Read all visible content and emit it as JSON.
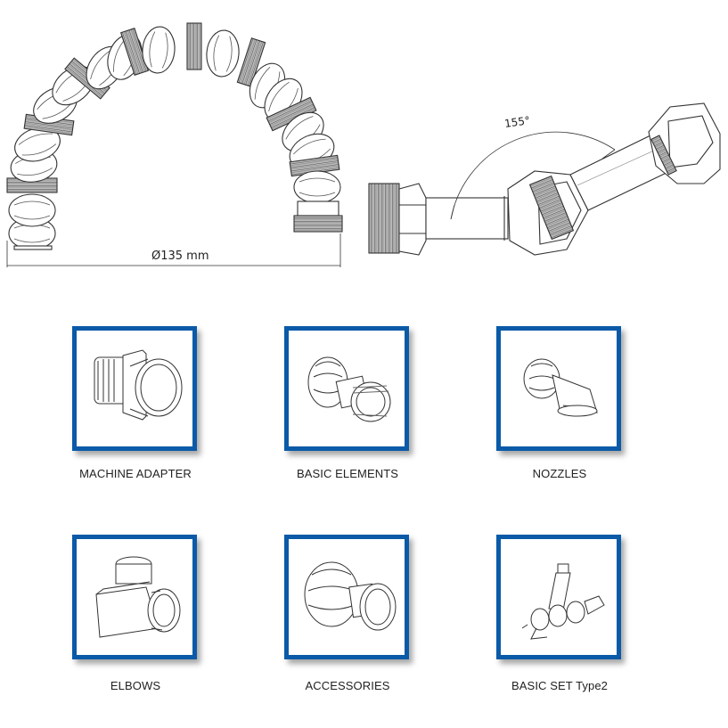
{
  "diagram": {
    "diameter_label": "Ø135 mm",
    "angle_label": "155°"
  },
  "categories": [
    {
      "label": "MACHINE ADAPTER",
      "icon": "machine-adapter-icon"
    },
    {
      "label": "BASIC ELEMENTS",
      "icon": "basic-element-icon"
    },
    {
      "label": "NOZZLES",
      "icon": "nozzle-icon"
    },
    {
      "label": "ELBOWS",
      "icon": "elbow-icon"
    },
    {
      "label": "ACCESSORIES",
      "icon": "accessory-icon"
    },
    {
      "label": "BASIC SET Type2",
      "icon": "basic-set-icon"
    }
  ],
  "colors": {
    "tile_border": "#0a5aa8",
    "line": "#333333"
  }
}
